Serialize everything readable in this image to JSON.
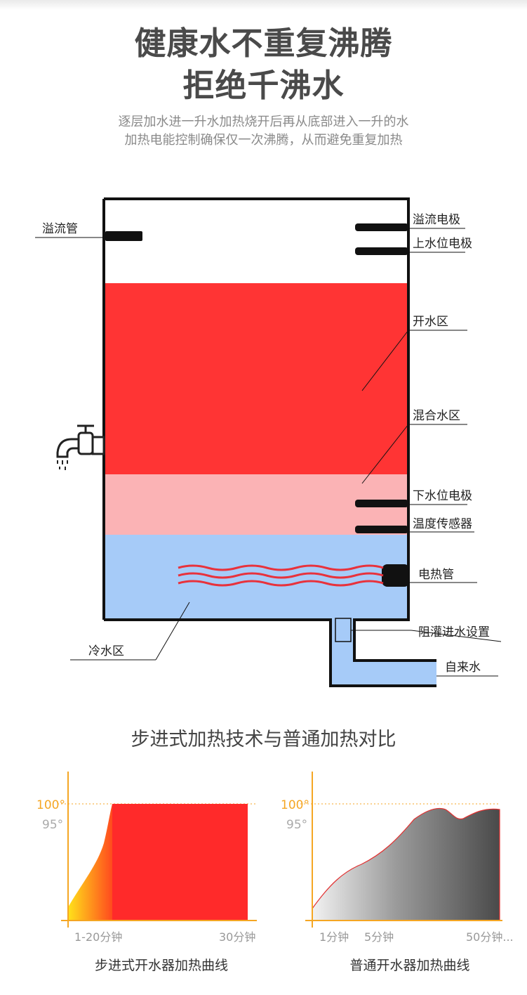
{
  "header": {
    "title_line1": "健康水不重复沸腾",
    "title_line2": "拒绝千沸水",
    "subtitle_line1": "逐层加水进一升水加热烧开后再从底部进入一升的水",
    "subtitle_line2": "加热电能控制确保仅一次沸腾，从而避免重复加热"
  },
  "diagram": {
    "labels": {
      "overflow_pipe": "溢流管",
      "overflow_electrode": "溢流电极",
      "upper_level_electrode": "上水位电极",
      "boiling_zone": "开水区",
      "mixed_zone": "混合水区",
      "lower_level_electrode": "下水位电极",
      "temp_sensor": "温度传感器",
      "heating_tube": "电热管",
      "cold_zone": "冷水区",
      "anti_backflow": "阻灌进水设置",
      "tap_water": "自来水"
    },
    "colors": {
      "boiling": "#ff3434",
      "mixed": "#fbb3b5",
      "cold": "#a6cbf8",
      "heater": "#e8323c"
    },
    "icons": [
      "faucet-icon"
    ]
  },
  "comparison": {
    "title": "步进式加热技术与普通加热对比",
    "axis_color": "#f5a623",
    "step_chart": {
      "y_ticks": [
        "100°",
        "95°"
      ],
      "x_ticks": [
        "1-20分钟",
        "30分钟"
      ],
      "caption": "步进式开水器加热曲线"
    },
    "normal_chart": {
      "y_ticks": [
        "100°",
        "95°"
      ],
      "x_ticks": [
        "1分钟",
        "5分钟",
        "50分钟..."
      ],
      "caption": "普通开水器加热曲线"
    }
  }
}
